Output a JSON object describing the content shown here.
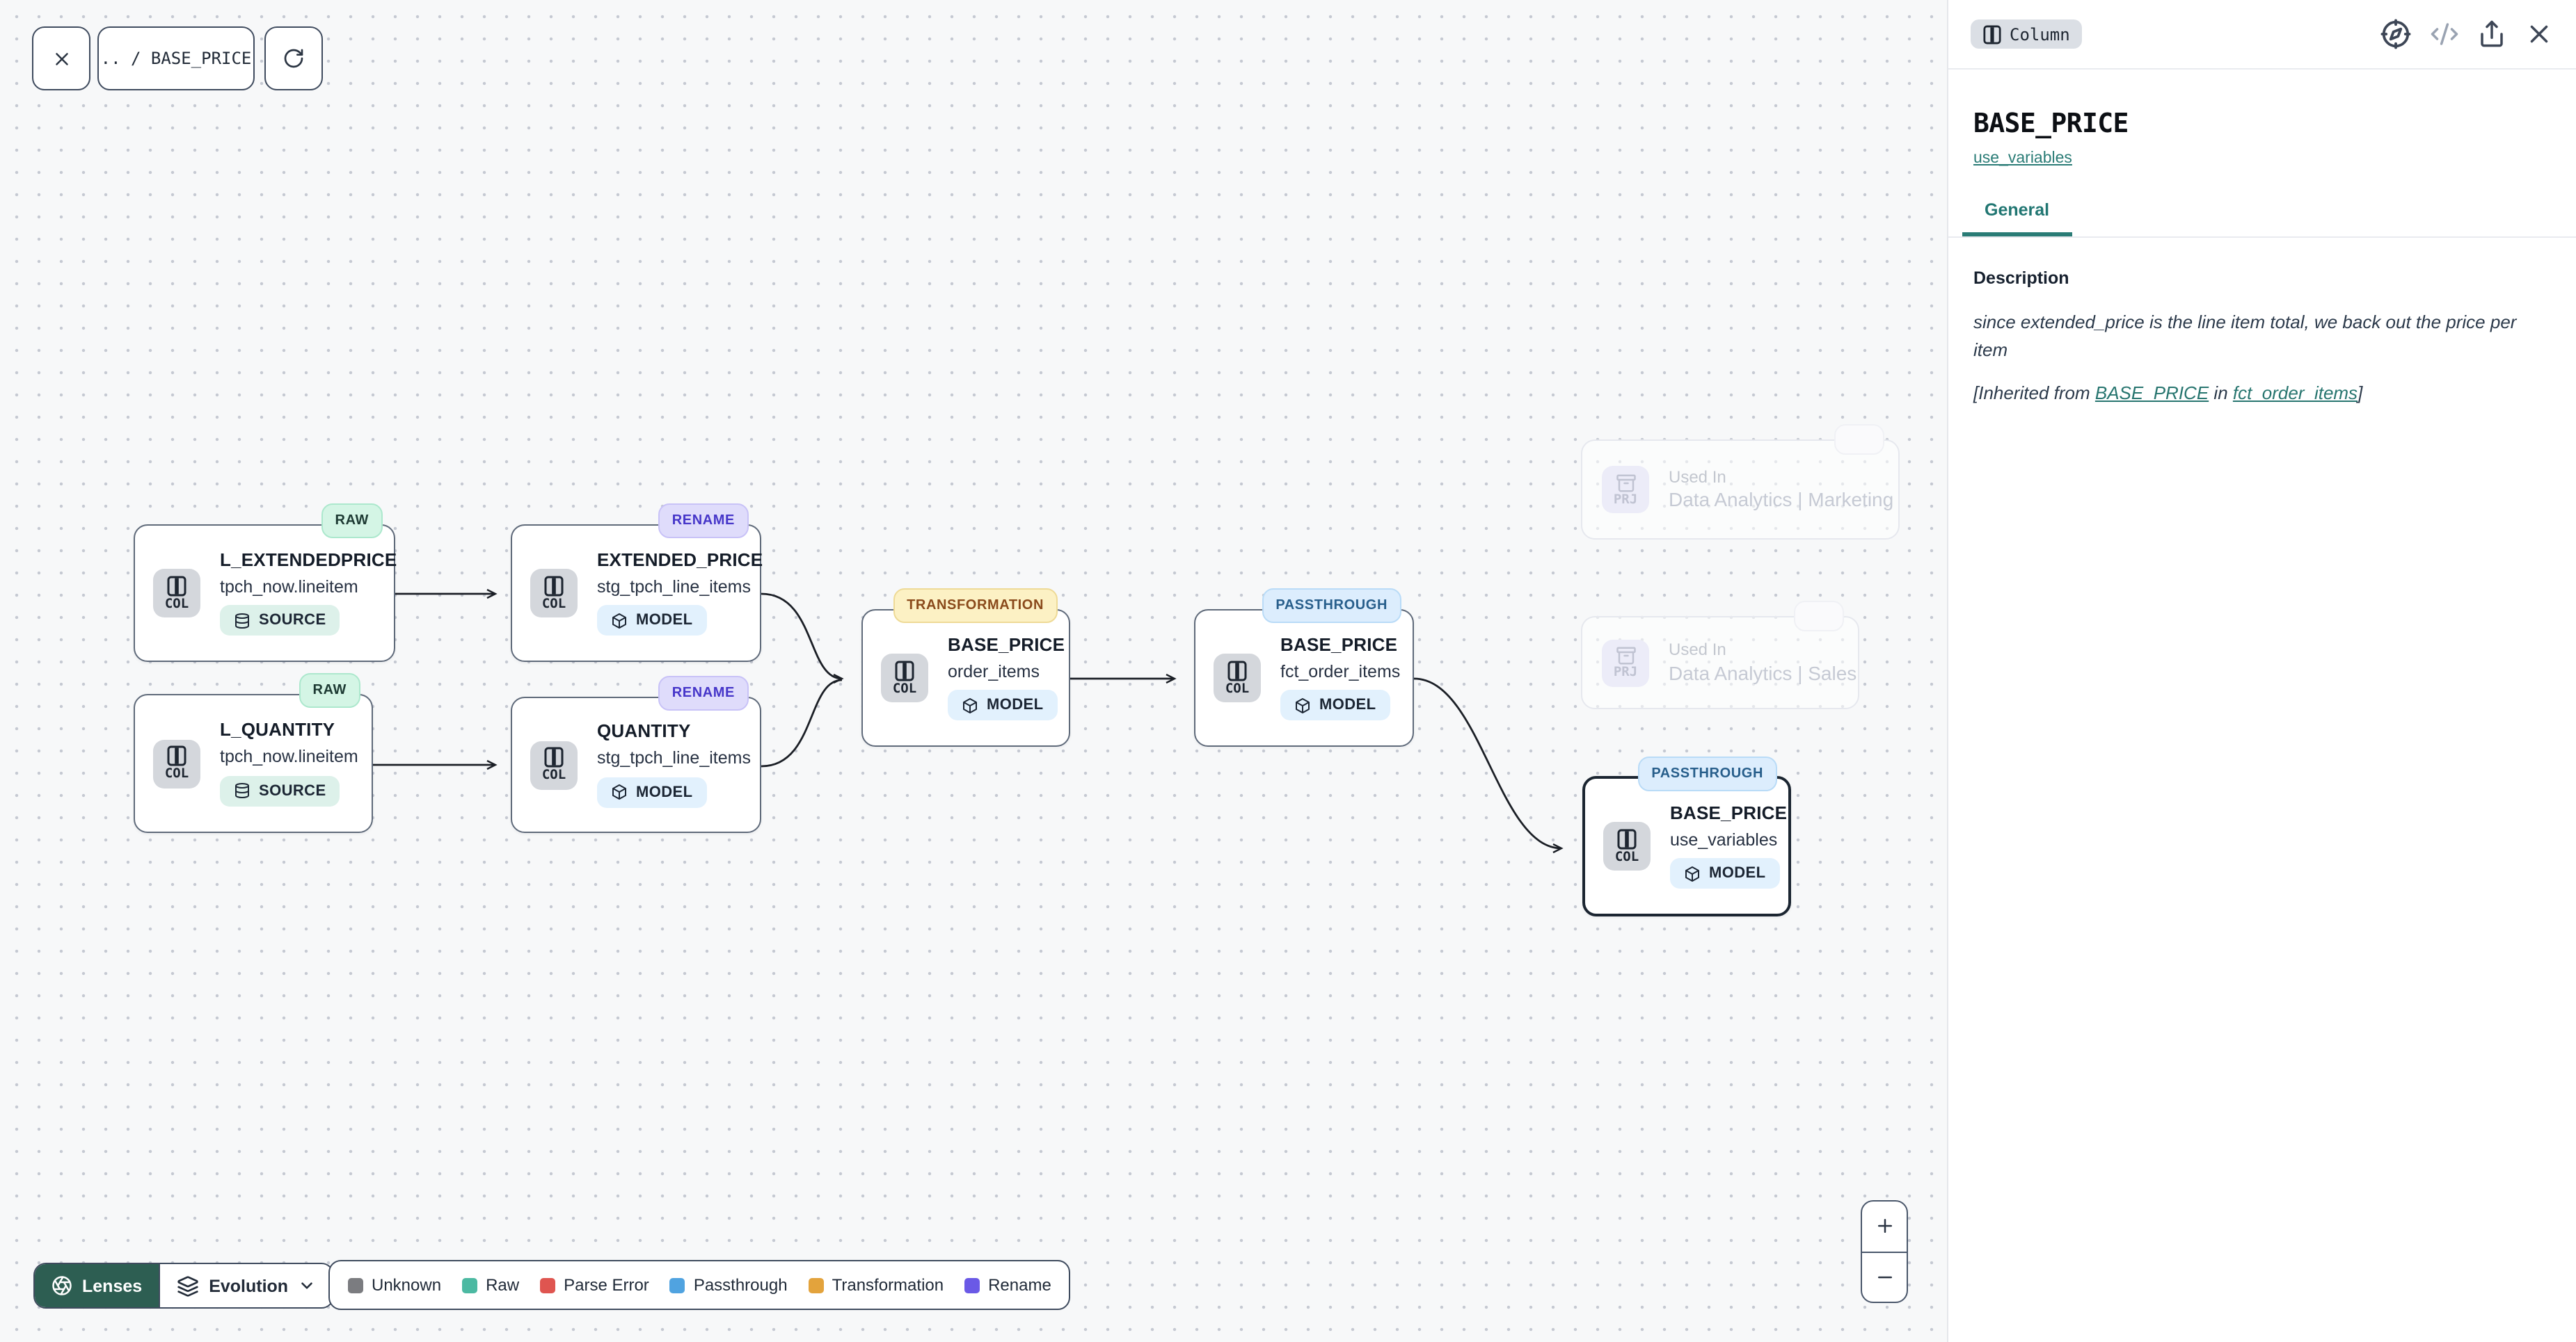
{
  "toolbar": {
    "breadcrumb": ".. / BASE_PRICE"
  },
  "canvas": {
    "nodes": [
      {
        "title": "L_EXTENDEDPRICE",
        "subtitle": "tpch_now.lineitem",
        "kind": "SOURCE",
        "lens": "RAW",
        "icon_label": "COL"
      },
      {
        "title": "EXTENDED_PRICE",
        "subtitle": "stg_tpch_line_items",
        "kind": "MODEL",
        "lens": "RENAME",
        "icon_label": "COL"
      },
      {
        "title": "L_QUANTITY",
        "subtitle": "tpch_now.lineitem",
        "kind": "SOURCE",
        "lens": "RAW",
        "icon_label": "COL"
      },
      {
        "title": "QUANTITY",
        "subtitle": "stg_tpch_line_items",
        "kind": "MODEL",
        "lens": "RENAME",
        "icon_label": "COL"
      },
      {
        "title": "BASE_PRICE",
        "subtitle": "order_items",
        "kind": "MODEL",
        "lens": "TRANSFORMATION",
        "icon_label": "COL"
      },
      {
        "title": "BASE_PRICE",
        "subtitle": "fct_order_items",
        "kind": "MODEL",
        "lens": "PASSTHROUGH",
        "icon_label": "COL"
      },
      {
        "title": "BASE_PRICE",
        "subtitle": "use_variables",
        "kind": "MODEL",
        "lens": "PASSTHROUGH",
        "icon_label": "COL",
        "selected": true
      }
    ],
    "used_in": [
      {
        "label": "Used In",
        "name": "Data Analytics | Marketing",
        "icon_label": "PRJ"
      },
      {
        "label": "Used In",
        "name": "Data Analytics | Sales",
        "icon_label": "PRJ"
      }
    ]
  },
  "lenses": {
    "button_label": "Lenses",
    "selected_lens": "Evolution",
    "active_color": "#2d5e52"
  },
  "legend": {
    "items": [
      {
        "label": "Unknown",
        "color": "#7b7c80"
      },
      {
        "label": "Raw",
        "color": "#4cb9a2"
      },
      {
        "label": "Parse Error",
        "color": "#df5550"
      },
      {
        "label": "Passthrough",
        "color": "#50a3e0"
      },
      {
        "label": "Transformation",
        "color": "#e3a33c"
      },
      {
        "label": "Rename",
        "color": "#6a59e6"
      }
    ]
  },
  "zoom_controls": {
    "zoom_in": "+",
    "zoom_out": "−"
  },
  "panel": {
    "type_badge": "Column",
    "title": "BASE_PRICE",
    "model_link": "use_variables",
    "tabs": [
      {
        "label": "General"
      }
    ],
    "section_heading": "Description",
    "description": "since extended_price is the line item total, we back out the price per item",
    "inherited_prefix": "[Inherited from ",
    "inherited_link_column": "BASE_PRICE",
    "inherited_middle": " in ",
    "inherited_link_model": "fct_order_items",
    "inherited_suffix": "]",
    "accent_color": "#2a7c76"
  }
}
